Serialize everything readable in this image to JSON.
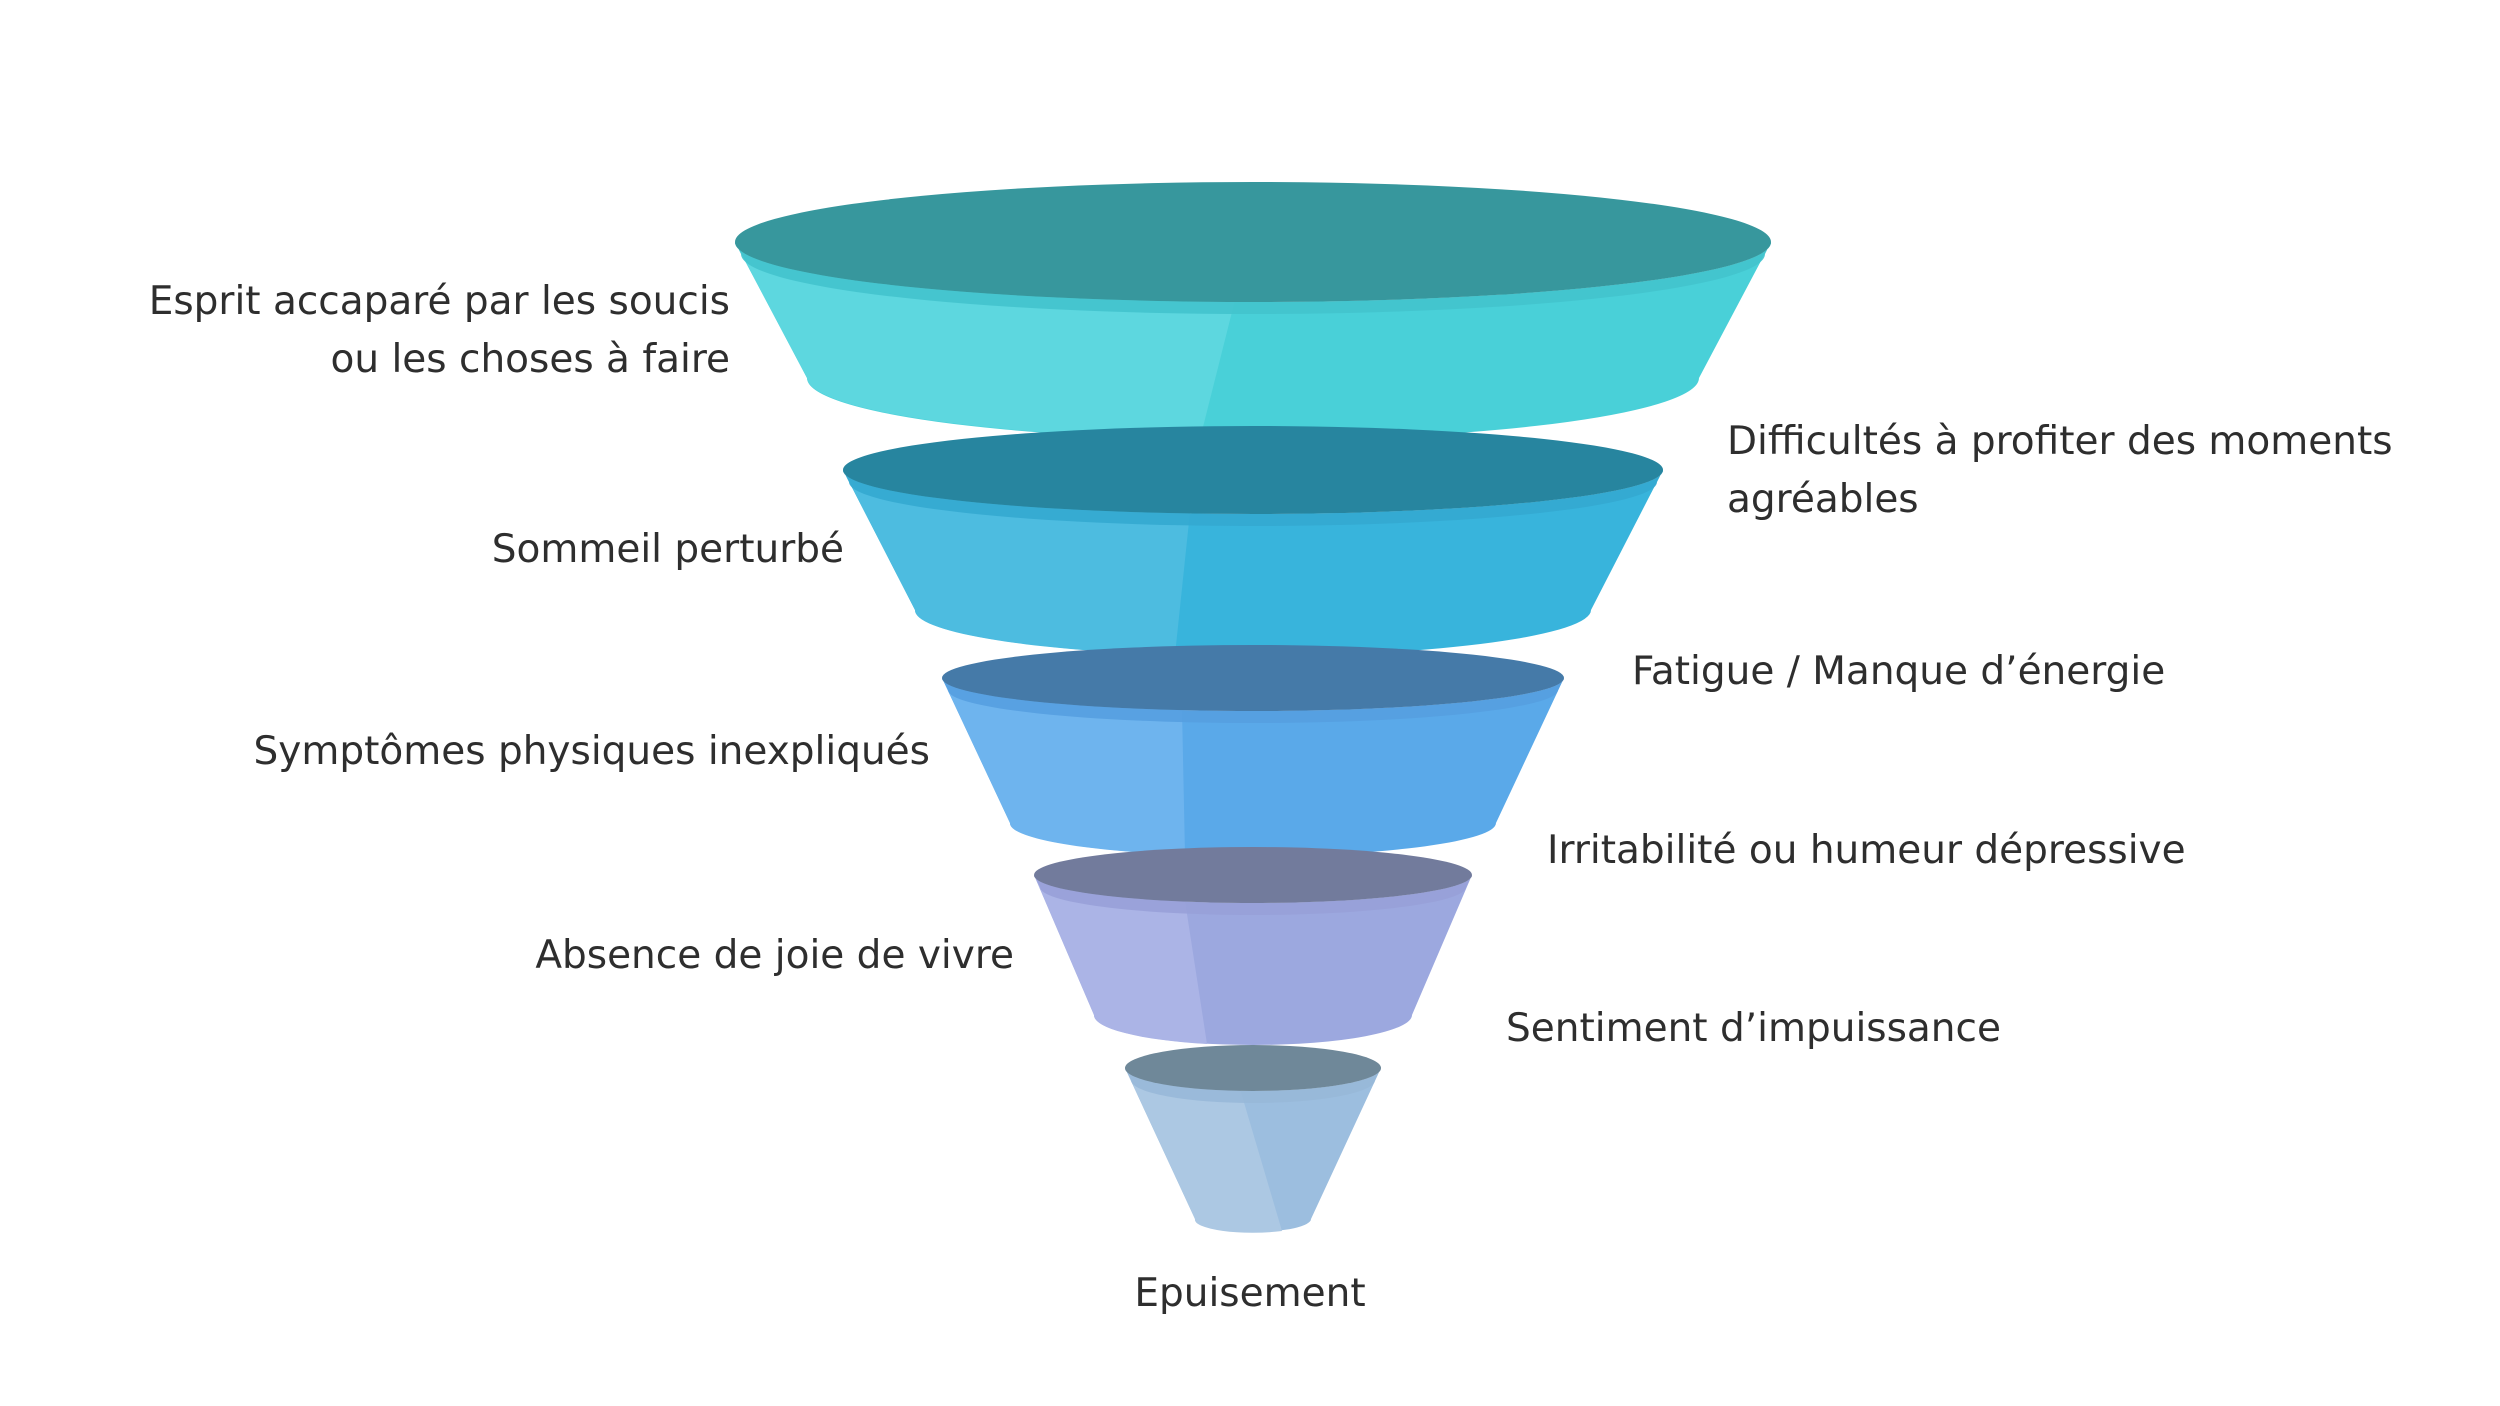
{
  "diagram": {
    "stages": [
      {
        "colors": {
          "light": "#5dd7df",
          "mid": "#49d0d8",
          "rim": "#42c3cd",
          "top": "#37979d"
        }
      },
      {
        "colors": {
          "light": "#4dbce0",
          "mid": "#38b4dc",
          "rim": "#34a8d0",
          "top": "#27859f"
        }
      },
      {
        "colors": {
          "light": "#6eb4ee",
          "mid": "#5aa9e9",
          "rim": "#559fe0",
          "top": "#457aa8"
        }
      },
      {
        "colors": {
          "light": "#abb4e6",
          "mid": "#9ca8df",
          "rim": "#98a0d8",
          "top": "#727b9c"
        }
      },
      {
        "colors": {
          "light": "#acc8e3",
          "mid": "#9cbedf",
          "rim": "#98b8d8",
          "top": "#6f8899"
        }
      }
    ],
    "labels": {
      "l1": {
        "line1": "Esprit accaparé par les soucis",
        "line2": "ou  les choses à faire"
      },
      "r1": {
        "line1": "Difficultés à profiter des moments",
        "line2": "agréables"
      },
      "l2": {
        "line1": "Sommeil perturbé"
      },
      "r2": {
        "line1": "Fatigue / Manque d’énergie"
      },
      "l3": {
        "line1": "Symptômes physiques inexpliqués"
      },
      "r3": {
        "line1": "Irritabilité ou humeur dépressive"
      },
      "l4": {
        "line1": "Absence de joie de vivre"
      },
      "r4": {
        "line1": "Sentiment d’impuissance"
      },
      "bottom": {
        "line1": "Epuisement"
      }
    }
  }
}
